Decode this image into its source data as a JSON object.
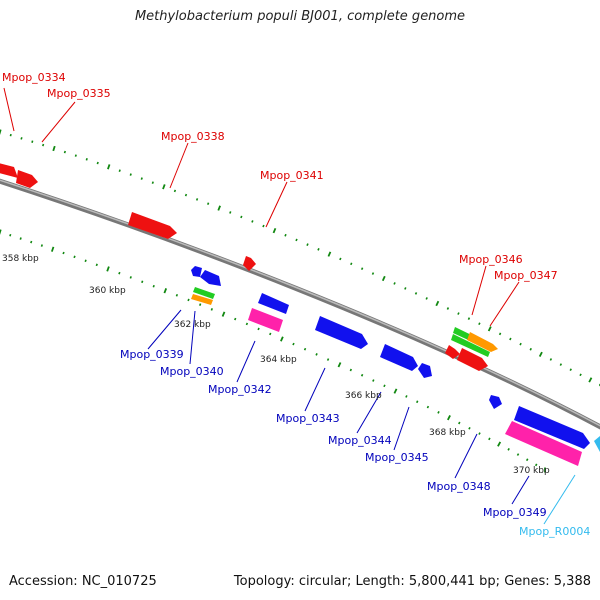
{
  "title": "Methylobacterium populi BJ001, complete genome",
  "footer": {
    "accession": "Accession: NC_010725",
    "topology": "Topology: circular",
    "length": "Length: 5,800,441 bp",
    "genes": "Genes: 5,388"
  },
  "colors": {
    "forward_label": "#dd0000",
    "reverse_label": "#0000bb",
    "rna_label": "#33bbee",
    "backbone": "#888888",
    "tick": "#118811",
    "red_gene": "#ee1111",
    "blue_gene": "#1111ee",
    "green_gene": "#22cc22",
    "orange_gene": "#ff9900",
    "pink_gene": "#ff22aa",
    "cyan_gene": "#33bbee"
  },
  "scale_labels": [
    {
      "text": "358 kbp",
      "kb": 358
    },
    {
      "text": "360 kbp",
      "kb": 360
    },
    {
      "text": "362 kbp",
      "kb": 362
    },
    {
      "text": "364 kbp",
      "kb": 364
    },
    {
      "text": "366 kbp",
      "kb": 366
    },
    {
      "text": "368 kbp",
      "kb": 368
    },
    {
      "text": "370 kbp",
      "kb": 370
    }
  ],
  "genes": [
    {
      "label": "Mpop_0334",
      "strand": "forward"
    },
    {
      "label": "Mpop_0335",
      "strand": "forward"
    },
    {
      "label": "Mpop_0338",
      "strand": "forward"
    },
    {
      "label": "Mpop_0341",
      "strand": "forward"
    },
    {
      "label": "Mpop_0346",
      "strand": "forward"
    },
    {
      "label": "Mpop_0347",
      "strand": "forward"
    },
    {
      "label": "Mpop_0339",
      "strand": "reverse"
    },
    {
      "label": "Mpop_0340",
      "strand": "reverse"
    },
    {
      "label": "Mpop_0342",
      "strand": "reverse"
    },
    {
      "label": "Mpop_0343",
      "strand": "reverse"
    },
    {
      "label": "Mpop_0344",
      "strand": "reverse"
    },
    {
      "label": "Mpop_0345",
      "strand": "reverse"
    },
    {
      "label": "Mpop_0348",
      "strand": "reverse"
    },
    {
      "label": "Mpop_0349",
      "strand": "reverse"
    },
    {
      "label": "Mpop_R0004",
      "strand": "reverse"
    }
  ]
}
